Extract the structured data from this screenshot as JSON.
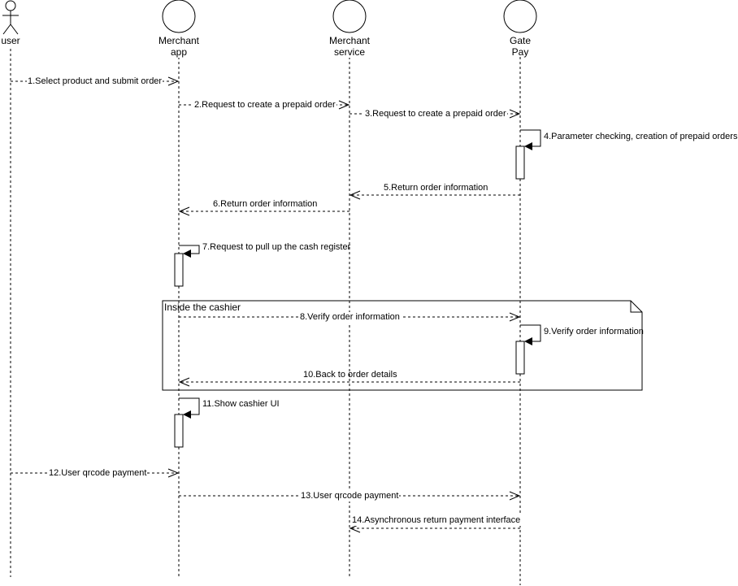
{
  "participants": [
    {
      "name": "user",
      "type": "actor"
    },
    {
      "name": "Merchant app",
      "type": "entity"
    },
    {
      "name": "Merchant service",
      "type": "entity"
    },
    {
      "name": "Gate Pay",
      "type": "entity"
    }
  ],
  "participant_labels": {
    "user": "user",
    "merchant_app_1": "Merchant",
    "merchant_app_2": "app",
    "merchant_service_1": "Merchant",
    "merchant_service_2": "service",
    "gate_pay_1": "Gate",
    "gate_pay_2": "Pay"
  },
  "fragment": {
    "label": "Inside the cashier"
  },
  "messages": [
    {
      "id": 1,
      "from": "user",
      "to": "Merchant app",
      "label": "1.Select product and submit order",
      "style": "dashed-open"
    },
    {
      "id": 2,
      "from": "Merchant app",
      "to": "Merchant service",
      "label": "2.Request to create a prepaid order",
      "style": "dashed-open"
    },
    {
      "id": 3,
      "from": "Merchant service",
      "to": "Gate Pay",
      "label": "3.Request to create a prepaid order",
      "style": "dashed-open"
    },
    {
      "id": 4,
      "from": "Gate Pay",
      "to": "Gate Pay",
      "label": "4.Parameter checking, creation of prepaid orders",
      "style": "self"
    },
    {
      "id": 5,
      "from": "Gate Pay",
      "to": "Merchant service",
      "label": "5.Return order information",
      "style": "dashed-open"
    },
    {
      "id": 6,
      "from": "Merchant service",
      "to": "Merchant app",
      "label": "6.Return order information",
      "style": "dashed-open"
    },
    {
      "id": 7,
      "from": "Merchant app",
      "to": "Merchant app",
      "label": "7.Request to pull up the cash register",
      "style": "self"
    },
    {
      "id": 8,
      "from": "Merchant app",
      "to": "Gate Pay",
      "label": "8.Verify order information",
      "style": "dashed-open"
    },
    {
      "id": 9,
      "from": "Gate Pay",
      "to": "Gate Pay",
      "label": "9.Verify order information",
      "style": "self"
    },
    {
      "id": 10,
      "from": "Gate Pay",
      "to": "Merchant app",
      "label": "10.Back to order details",
      "style": "dashed-open"
    },
    {
      "id": 11,
      "from": "Merchant app",
      "to": "Merchant app",
      "label": "11.Show cashier UI",
      "style": "self"
    },
    {
      "id": 12,
      "from": "user",
      "to": "Merchant app",
      "label": "12.User qrcode payment",
      "style": "dashed-open"
    },
    {
      "id": 13,
      "from": "Merchant app",
      "to": "Gate Pay",
      "label": "13.User qrcode payment",
      "style": "dashed-open"
    },
    {
      "id": 14,
      "from": "Gate Pay",
      "to": "Merchant service",
      "label": "14.Asynchronous return payment interface",
      "style": "dashed-open"
    }
  ]
}
